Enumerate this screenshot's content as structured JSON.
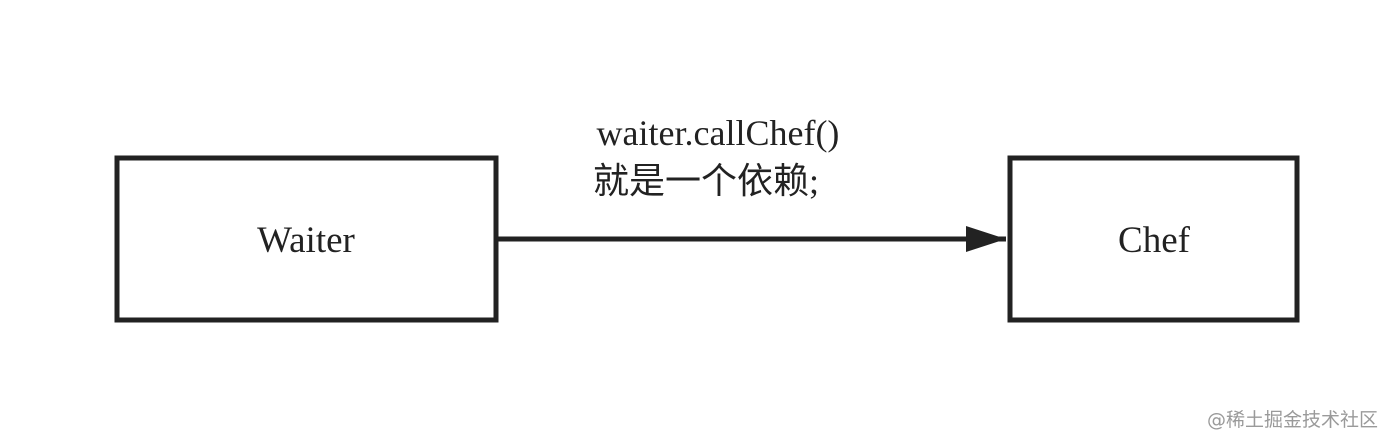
{
  "diagram": {
    "nodes": [
      {
        "id": "waiter",
        "label": "Waiter"
      },
      {
        "id": "chef",
        "label": "Chef"
      }
    ],
    "edge": {
      "from": "waiter",
      "to": "chef",
      "label_line1": "waiter.callChef()",
      "label_line2": "就是一个依赖;"
    }
  },
  "watermark": "@稀土掘金技术社区",
  "colors": {
    "stroke": "#222222",
    "background": "#ffffff",
    "watermark": "#9a9a9a"
  }
}
